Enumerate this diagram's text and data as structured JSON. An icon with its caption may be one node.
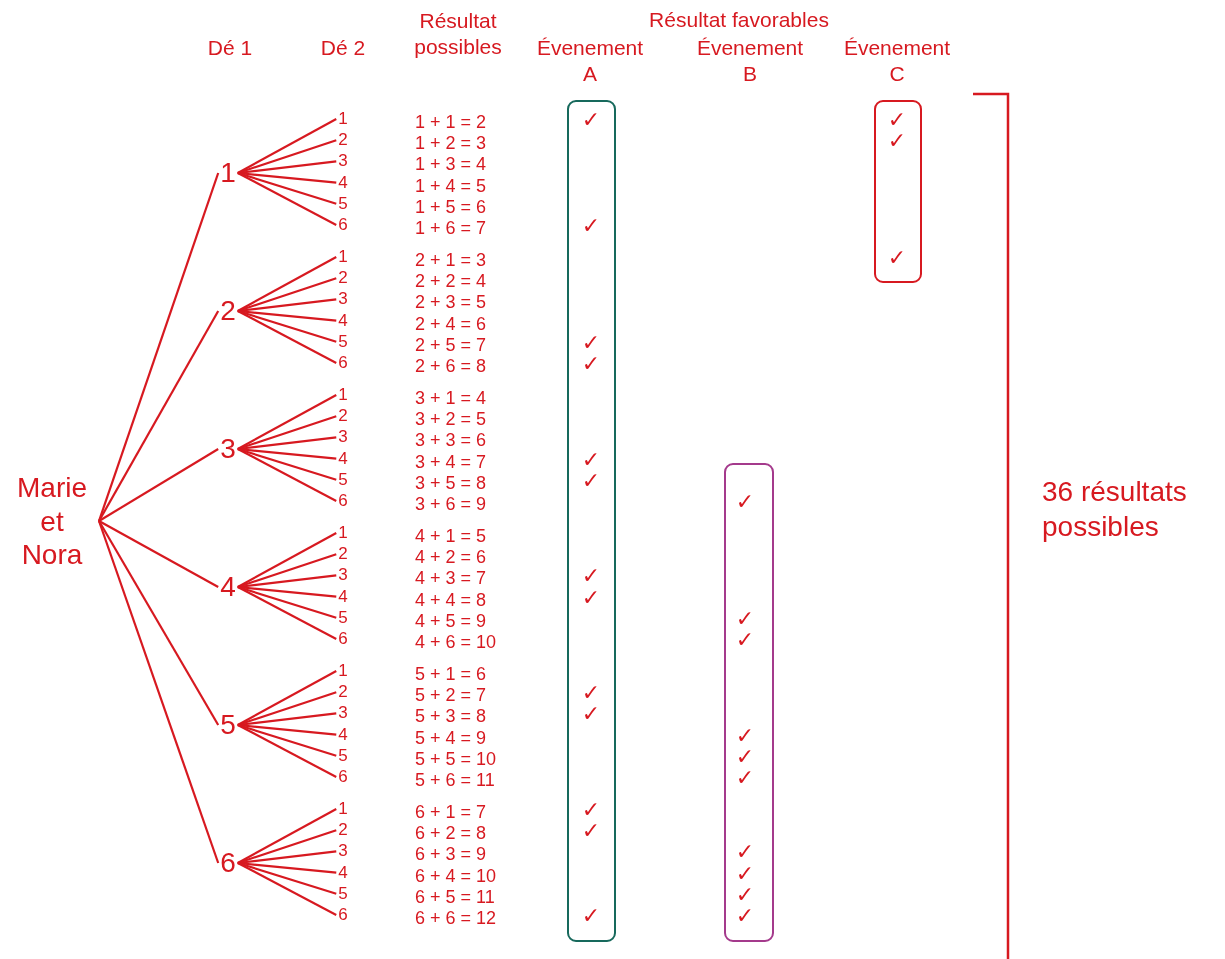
{
  "diagram": {
    "nodes": [
      {
        "text": [
          "Marie et Nora"
        ]
      },
      {
        "text": [
          "1"
        ]
      },
      {
        "text": [
          "2"
        ]
      },
      {
        "text": [
          "3"
        ]
      },
      {
        "text": [
          "4"
        ]
      },
      {
        "text": [
          "5"
        ]
      },
      {
        "text": [
          "6"
        ]
      },
      {
        "text": [
          "1"
        ]
      },
      {
        "text": [
          "2"
        ]
      },
      {
        "text": [
          "3"
        ]
      },
      {
        "text": [
          "4"
        ]
      },
      {
        "text": [
          "5"
        ]
      },
      {
        "text": [
          "6"
        ]
      },
      {
        "text": [
          "1"
        ]
      },
      {
        "text": [
          "2"
        ]
      },
      {
        "text": [
          "3"
        ]
      },
      {
        "text": [
          "4"
        ]
      },
      {
        "text": [
          "5"
        ]
      },
      {
        "text": [
          "6"
        ]
      },
      {
        "text": [
          "1"
        ]
      },
      {
        "text": [
          "2"
        ]
      },
      {
        "text": [
          "3"
        ]
      },
      {
        "text": [
          "4"
        ]
      },
      {
        "text": [
          "5"
        ]
      },
      {
        "text": [
          "6"
        ]
      },
      {
        "text": [
          "1"
        ]
      },
      {
        "text": [
          "2"
        ]
      },
      {
        "text": [
          "3"
        ]
      },
      {
        "text": [
          "4"
        ]
      },
      {
        "text": [
          "5"
        ]
      },
      {
        "text": [
          "6"
        ]
      },
      {
        "text": [
          "1"
        ]
      },
      {
        "text": [
          "2"
        ]
      },
      {
        "text": [
          "3"
        ]
      },
      {
        "text": [
          "4"
        ]
      },
      {
        "text": [
          "5"
        ]
      },
      {
        "text": [
          "6"
        ]
      },
      {
        "text": [
          "1"
        ]
      },
      {
        "text": [
          "2"
        ]
      },
      {
        "text": [
          "3"
        ]
      },
      {
        "text": [
          "4"
        ]
      },
      {
        "text": [
          "5"
        ]
      },
      {
        "text": [
          "6"
        ]
      },
      {
        "text": [],
        "shape": "box"
      },
      {
        "text": [],
        "shape": "box"
      },
      {
        "text": [],
        "shape": "box"
      }
    ],
    "edges": [
      {
        "from": 0,
        "to": 1,
        "arrow": "none"
      },
      {
        "from": 0,
        "to": 2,
        "arrow": "none"
      },
      {
        "from": 0,
        "to": 3,
        "arrow": "none"
      },
      {
        "from": 0,
        "to": 4,
        "arrow": "none"
      },
      {
        "from": 0,
        "to": 5,
        "arrow": "none"
      },
      {
        "from": 0,
        "to": 6,
        "arrow": "none"
      },
      {
        "from": 1,
        "to": 7,
        "arrow": "none"
      },
      {
        "from": 1,
        "to": 8,
        "arrow": "none"
      },
      {
        "from": 1,
        "to": 9,
        "arrow": "none"
      },
      {
        "from": 1,
        "to": 10,
        "arrow": "none"
      },
      {
        "from": 1,
        "to": 11,
        "arrow": "none"
      },
      {
        "from": 1,
        "to": 12,
        "arrow": "none"
      },
      {
        "from": 2,
        "to": 13,
        "arrow": "none"
      },
      {
        "from": 2,
        "to": 14,
        "arrow": "none"
      },
      {
        "from": 2,
        "to": 15,
        "arrow": "none"
      },
      {
        "from": 2,
        "to": 16,
        "arrow": "none"
      },
      {
        "from": 2,
        "to": 17,
        "arrow": "none"
      },
      {
        "from": 2,
        "to": 18,
        "arrow": "none"
      },
      {
        "from": 3,
        "to": 19,
        "arrow": "none"
      },
      {
        "from": 3,
        "to": 20,
        "arrow": "none"
      },
      {
        "from": 3,
        "to": 21,
        "arrow": "none"
      },
      {
        "from": 3,
        "to": 22,
        "arrow": "none"
      },
      {
        "from": 3,
        "to": 23,
        "arrow": "none"
      },
      {
        "from": 3,
        "to": 24,
        "arrow": "none"
      },
      {
        "from": 4,
        "to": 25,
        "arrow": "none"
      },
      {
        "from": 4,
        "to": 26,
        "arrow": "none"
      },
      {
        "from": 4,
        "to": 27,
        "arrow": "none"
      },
      {
        "from": 4,
        "to": 28,
        "arrow": "none"
      },
      {
        "from": 4,
        "to": 29,
        "arrow": "none"
      },
      {
        "from": 4,
        "to": 30,
        "arrow": "none"
      },
      {
        "from": 5,
        "to": 31,
        "arrow": "none"
      },
      {
        "from": 5,
        "to": 32,
        "arrow": "none"
      },
      {
        "from": 5,
        "to": 33,
        "arrow": "none"
      },
      {
        "from": 5,
        "to": 34,
        "arrow": "none"
      },
      {
        "from": 5,
        "to": 35,
        "arrow": "none"
      },
      {
        "from": 5,
        "to": 36,
        "arrow": "none"
      },
      {
        "from": 6,
        "to": 37,
        "arrow": "none"
      },
      {
        "from": 6,
        "to": 38,
        "arrow": "none"
      },
      {
        "from": 6,
        "to": 39,
        "arrow": "none"
      },
      {
        "from": 6,
        "to": 40,
        "arrow": "none"
      },
      {
        "from": 6,
        "to": 41,
        "arrow": "none"
      },
      {
        "from": 6,
        "to": 42,
        "arrow": "none"
      }
    ],
    "labels": [
      "Résultat possibles",
      "Résultat favorables",
      "Dé 1",
      "Dé 2",
      "Évenement A",
      "Évenement B",
      "Évenement C",
      "1 + 1 = 2",
      "✓",
      "✓",
      "1 + 2 = 3",
      "✓",
      "1 + 3 = 4",
      "1 + 4 = 5",
      "1 + 5 = 6",
      "1 + 6 = 7",
      "✓",
      "2 + 1 = 3",
      "✓",
      "2 + 2 = 4",
      "2 + 3 = 5",
      "2 + 4 = 6",
      "2 + 5 = 7",
      "✓",
      "2 + 6 = 8",
      "✓",
      "3 + 1 = 4",
      "3 + 2 = 5",
      "3 + 3 = 6",
      "3 + 4 = 7",
      "✓",
      "3 + 5 = 8",
      "✓",
      "3 + 6 = 9",
      "✓",
      "4 + 1 = 5",
      "4 + 2 = 6",
      "4 + 3 = 7",
      "✓",
      "4 + 4 = 8",
      "✓",
      "4 + 5 = 9",
      "✓",
      "4 + 6 = 10",
      "✓",
      "5 + 1 = 6",
      "5 + 2 = 7",
      "✓",
      "5 + 3 = 8",
      "✓",
      "5 + 4 = 9",
      "✓",
      "5 + 5 = 10",
      "✓",
      "5 + 6 = 11",
      "✓",
      "6 + 1 = 7",
      "✓",
      "6 + 2 = 8",
      "✓",
      "6 + 3 = 9",
      "✓",
      "6 + 4 = 10",
      "✓",
      "6 + 5 = 11",
      "✓",
      "6 + 6 = 12",
      "✓",
      "✓",
      "36 résultats possibles"
    ]
  }
}
